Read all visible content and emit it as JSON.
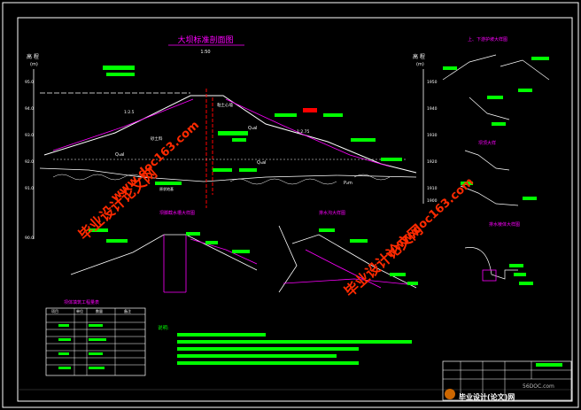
{
  "main_title": "大坝标准剖面图",
  "main_scale": "1:50",
  "left_axis": {
    "heading": "高 程",
    "unit": "(m)",
    "ticks": [
      "95.0",
      "94.0",
      "93.0",
      "92.0",
      "91.0",
      "90.0"
    ]
  },
  "right_axis": {
    "heading": "高 程",
    "unit": "(m)",
    "ticks": [
      "1950",
      "1940",
      "1930",
      "1920",
      "1910",
      "1900"
    ]
  },
  "section_labels": {
    "upstream_protection": "上、下游护坡大样图",
    "crest_detail": "坝顶大样",
    "drainage_detail": "排水沟大样图",
    "toe_detail": "坝脚截水槽大样图",
    "cutoff_detail": "截渗墙大样图",
    "filter_detail": "排水棱体大样图"
  },
  "dam_labels": {
    "slope_left": "1:2.5",
    "slope_right": "1:2.75",
    "core": "粘土心墙",
    "zone_left": "砂土料",
    "q_left": "Q₄al",
    "q_right": "Q₄al",
    "q_mid": "Q₄al",
    "p_right": "P₂m",
    "foundation": "原状地基"
  },
  "table": {
    "title": "坝体填筑工程量表",
    "headers": [
      "项目",
      "单位",
      "数量",
      "备注"
    ],
    "rows": [
      [
        "",
        "",
        "",
        ""
      ],
      [
        "",
        "",
        "",
        ""
      ],
      [
        "",
        "",
        "",
        ""
      ],
      [
        "",
        "",
        "",
        ""
      ],
      [
        "",
        "",
        "",
        ""
      ],
      [
        "",
        "",
        "",
        ""
      ],
      [
        "",
        "",
        "",
        ""
      ],
      [
        "",
        "",
        "",
        ""
      ]
    ]
  },
  "notes_heading": "说明:",
  "watermarks": [
    "毕业设计论文网",
    "www.doc163.com"
  ],
  "footer_logo": "毕业设计(论文)网",
  "footer_url": "56DOC.com",
  "colors": {
    "background": "#000000",
    "line": "#ffffff",
    "accent": "#00ff00",
    "magenta": "#ff00ff",
    "red": "#ff0000",
    "watermark": "#ff2a00"
  }
}
